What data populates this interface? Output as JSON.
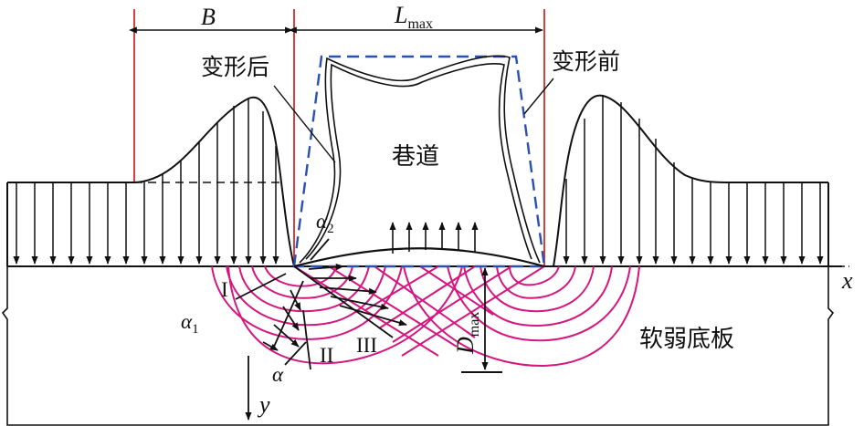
{
  "labels": {
    "width_symbol": "B",
    "span_symbol": "L",
    "span_subscript": "max",
    "after_deformation": "变形后",
    "before_deformation": "变形前",
    "roadway": "巷道",
    "soft_floor": "软弱底板",
    "depth_symbol": "D",
    "depth_subscript": "max",
    "x_axis": "x",
    "y_axis": "y",
    "zone_1": "I",
    "zone_2": "II",
    "zone_3": "III",
    "alpha_1_symbol": "α",
    "alpha_1_subscript": "1",
    "alpha_2_symbol": "α",
    "alpha_2_subscript": "2",
    "alpha_symbol": "α"
  },
  "colors": {
    "boundary_red": "#d42a2a",
    "slip_line_magenta": "#d6167f",
    "before_deformation_blue": "#2a4fb5",
    "line_black": "#111111"
  }
}
